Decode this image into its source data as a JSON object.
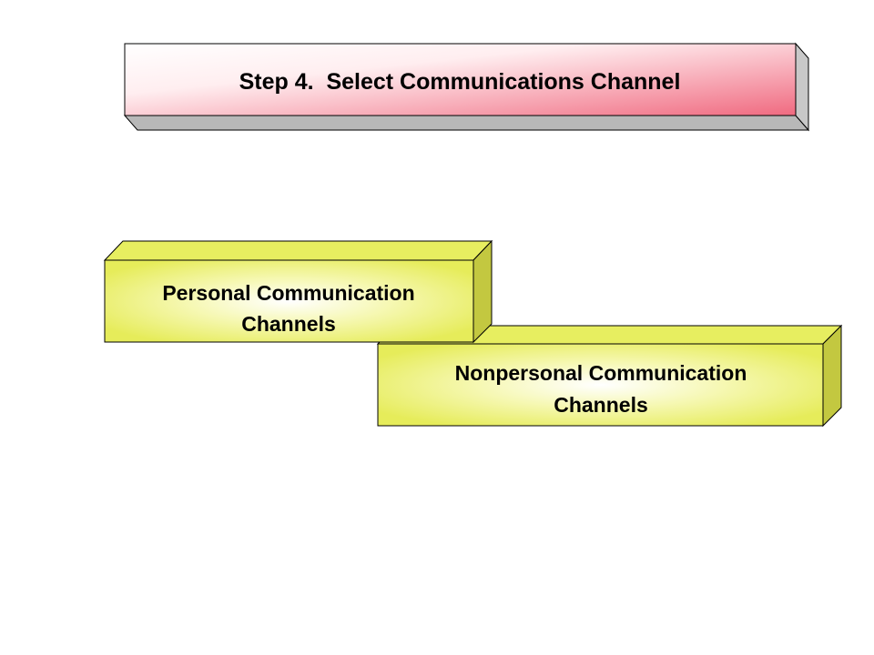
{
  "title": {
    "text": "Step 4.  Select Communications Channel",
    "colors": {
      "face_edge": "#f06a80",
      "face_center": "#ffffff",
      "side": "#c0c0c0"
    }
  },
  "channels": [
    {
      "line1": "Personal Communication",
      "line2": "Channels"
    },
    {
      "line1": "Nonpersonal Communication",
      "line2": "Channels"
    }
  ],
  "colors": {
    "block_face_edge": "#e6ec5a",
    "block_face_center": "#ffffff",
    "block_top": "#e7ee60",
    "block_side": "#c3c840",
    "outline": "#000000"
  }
}
